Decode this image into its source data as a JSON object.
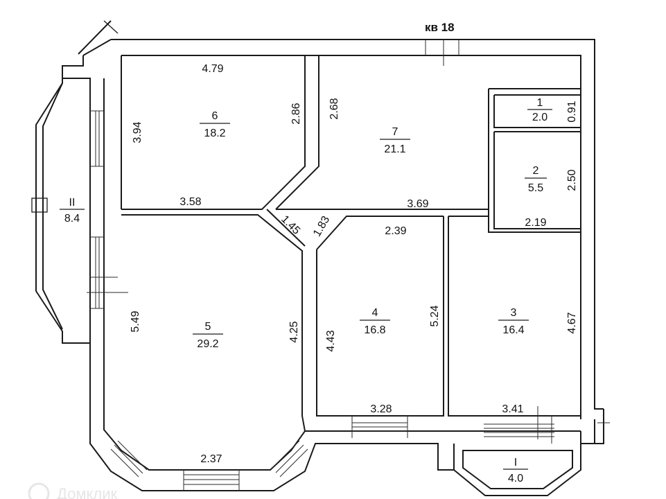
{
  "title": "кв 18",
  "rooms": [
    {
      "number": "1",
      "area": "2.0"
    },
    {
      "number": "2",
      "area": "5.5"
    },
    {
      "number": "3",
      "area": "16.4"
    },
    {
      "number": "4",
      "area": "16.8"
    },
    {
      "number": "5",
      "area": "29.2"
    },
    {
      "number": "6",
      "area": "18.2"
    },
    {
      "number": "7",
      "area": "21.1"
    },
    {
      "number": "II",
      "area": "8.4"
    },
    {
      "number": "I",
      "area": "4.0"
    }
  ],
  "dimensions": {
    "r6_top": "4.79",
    "r6_left": "3.94",
    "r6_right": "2.86",
    "r6_bottom": "3.58",
    "r7_left": "2.68",
    "r1_right": "0.91",
    "r2_right": "2.50",
    "r2_bottom": "2.19",
    "corridor_top": "3.69",
    "diag_a": "1.45",
    "diag_b": "1.83",
    "r4_top": "2.39",
    "r4_left": "4.43",
    "r4_right": "5.24",
    "r4_bottom": "3.28",
    "r3_right": "4.67",
    "r3_bottom": "3.41",
    "r5_left": "5.49",
    "r5_right": "4.25",
    "r5_bottom": "2.37"
  },
  "watermark": "Домклик"
}
